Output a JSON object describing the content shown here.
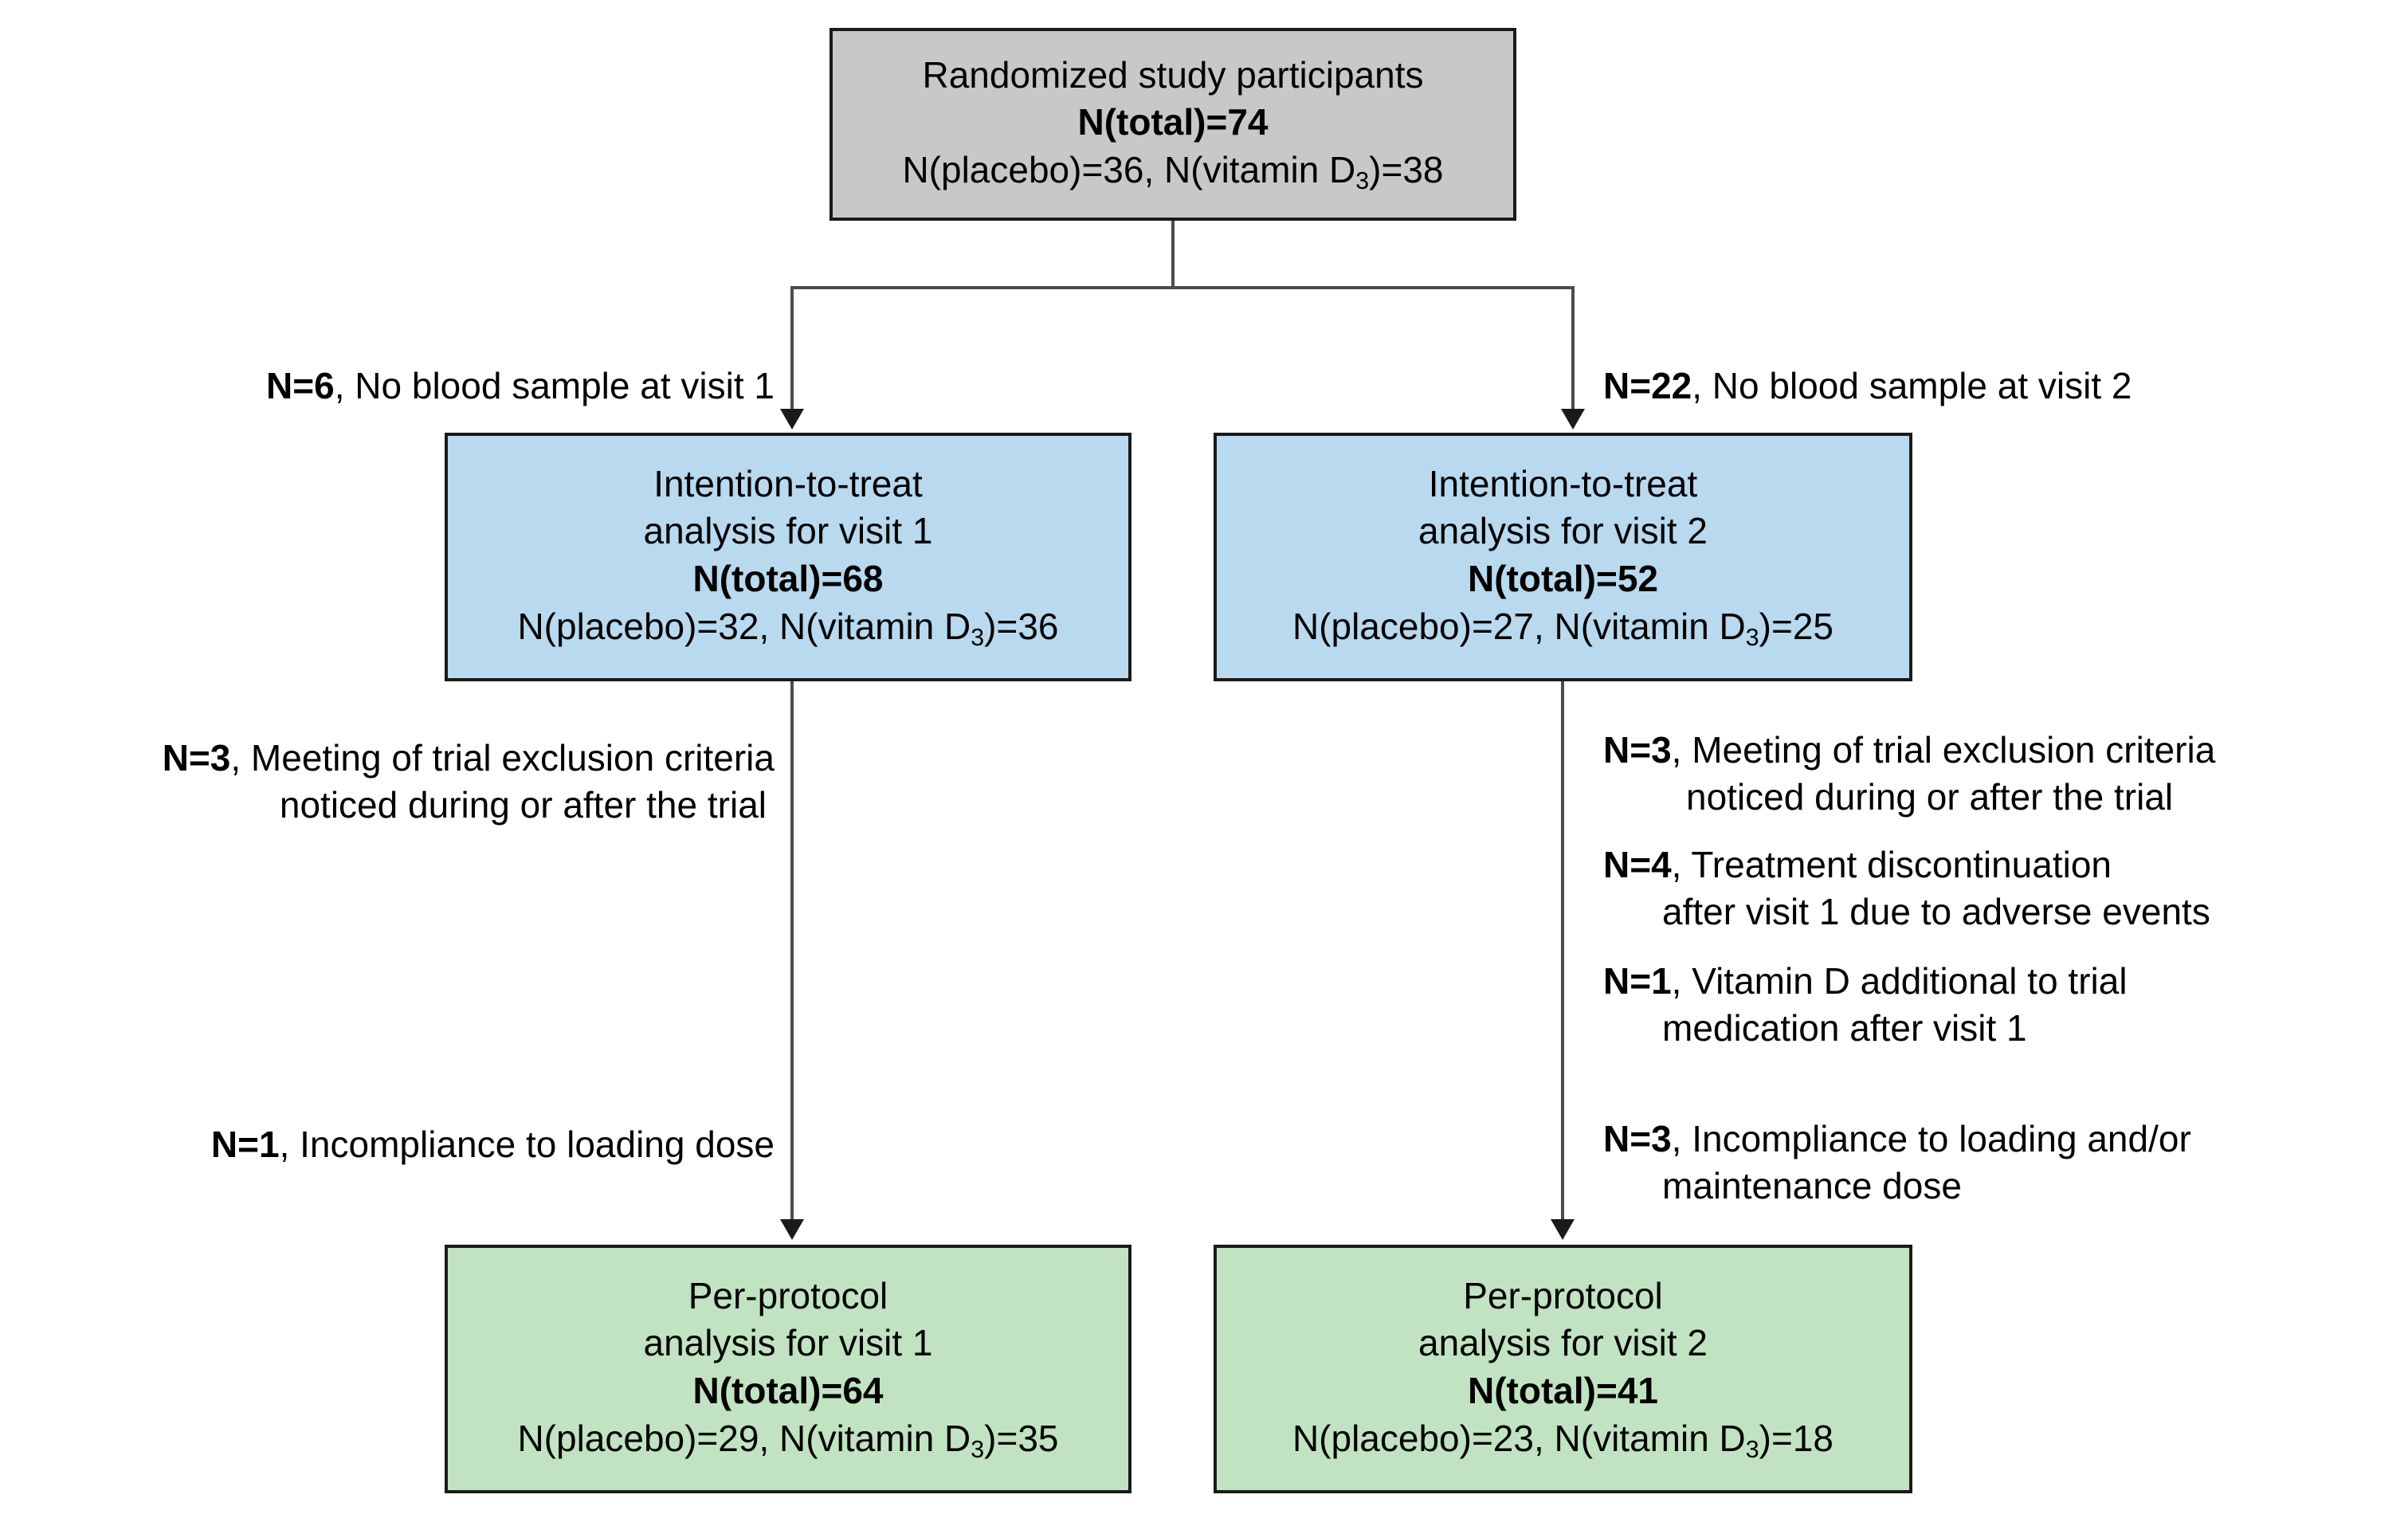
{
  "diagram": {
    "title": "CONSORT-style participant flow diagram",
    "colors": {
      "root_fill": "#c8c8c8",
      "itt_fill": "#b9d9ef",
      "pp_fill": "#c2e3c2",
      "border": "#1a1a1a",
      "connector": "#4d4d4d",
      "background": "#ffffff"
    }
  },
  "nodes": {
    "root": {
      "line1": "Randomized study participants",
      "line2": "N(total)=74",
      "line3_pre": "N(placebo)=36, N(vitamin D",
      "line3_sub": "3",
      "line3_post": ")=38"
    },
    "itt1": {
      "line1": "Intention-to-treat",
      "line2": "analysis for visit 1",
      "line3": "N(total)=68",
      "line4_pre": "N(placebo)=32, N(vitamin D",
      "line4_sub": "3",
      "line4_post": ")=36"
    },
    "itt2": {
      "line1": "Intention-to-treat",
      "line2": "analysis for visit 2",
      "line3": "N(total)=52",
      "line4_pre": "N(placebo)=27, N(vitamin D",
      "line4_sub": "3",
      "line4_post": ")=25"
    },
    "pp1": {
      "line1": "Per-protocol",
      "line2": "analysis for visit 1",
      "line3": "N(total)=64",
      "line4_pre": "N(placebo)=29, N(vitamin D",
      "line4_sub": "3",
      "line4_post": ")=35"
    },
    "pp2": {
      "line1": "Per-protocol",
      "line2": "analysis for visit 2",
      "line3": "N(total)=41",
      "line4_pre": "N(placebo)=23, N(vitamin D",
      "line4_sub": "3",
      "line4_post": ")=18"
    }
  },
  "annotations": {
    "left": [
      {
        "n": "N=6",
        "text_line1": ", No blood sample at visit 1",
        "text_line2": ""
      },
      {
        "n": "N=3",
        "text_line1": ", Meeting of trial exclusion criteria",
        "text_line2": "noticed during or after the trial"
      },
      {
        "n": "N=1",
        "text_line1": ", Incompliance to loading dose",
        "text_line2": ""
      }
    ],
    "right": [
      {
        "n": "N=22",
        "text_line1": ", No blood sample at visit 2",
        "text_line2": ""
      },
      {
        "n": "N=3",
        "text_line1": ", Meeting of trial exclusion criteria",
        "text_line2": "noticed during or after the trial"
      },
      {
        "n": "N=4",
        "text_line1": ", Treatment discontinuation",
        "text_line2": "after visit 1 due to adverse events"
      },
      {
        "n": "N=1",
        "text_line1": ", Vitamin D additional to trial",
        "text_line2": "medication after visit 1"
      },
      {
        "n": "N=3",
        "text_line1": ", Incompliance to loading and/or",
        "text_line2": "maintenance dose"
      }
    ]
  }
}
